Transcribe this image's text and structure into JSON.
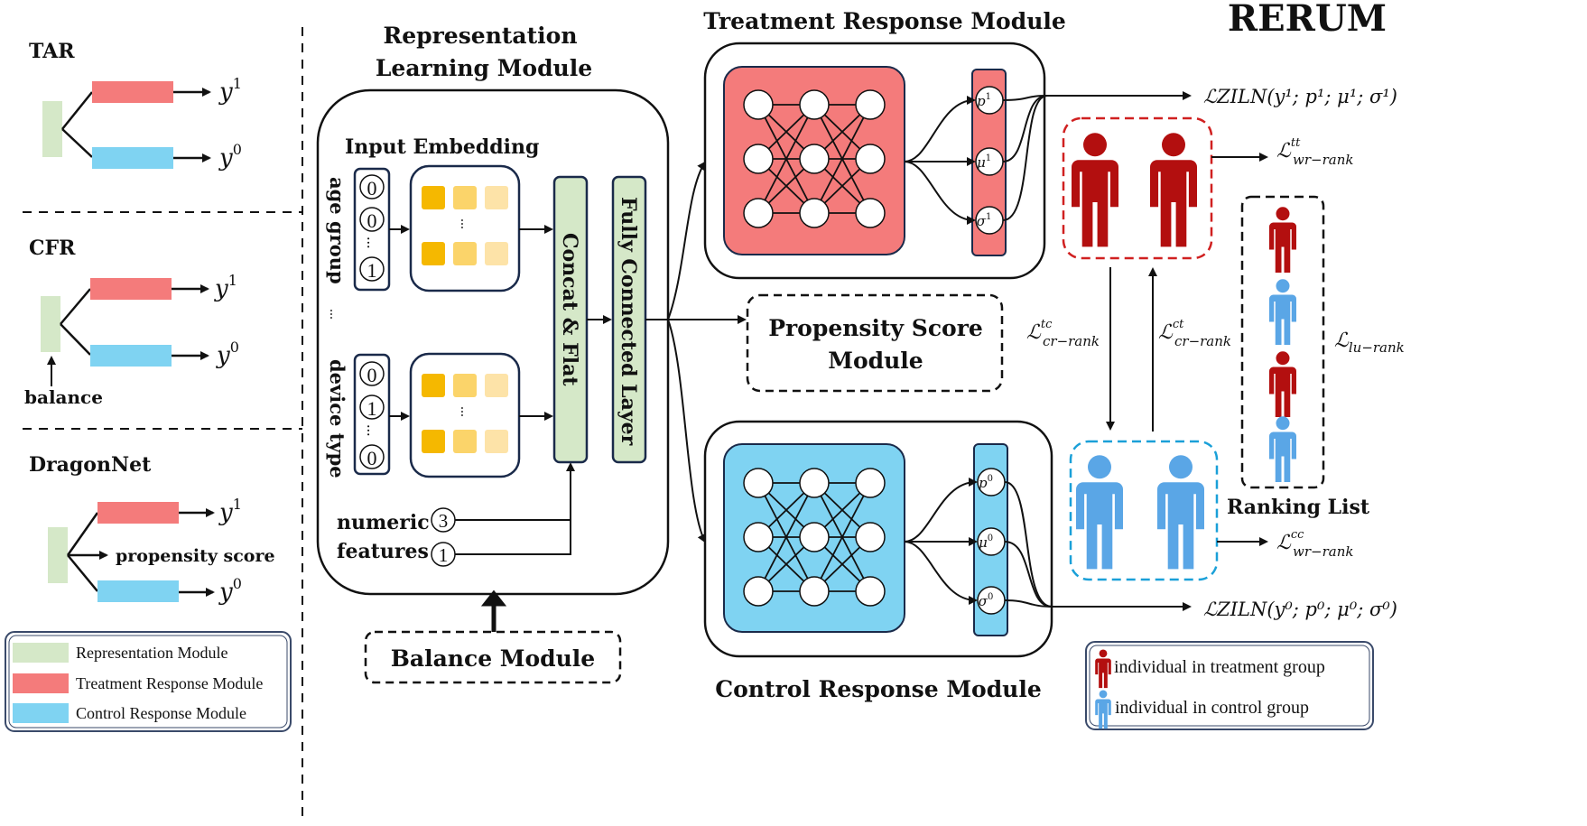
{
  "title": "RERUM",
  "left_panels": {
    "tar": {
      "label": "TAR",
      "y1": "y",
      "y1_sup": "1",
      "y0": "y",
      "y0_sup": "0"
    },
    "cfr": {
      "label": "CFR",
      "y1": "y",
      "y1_sup": "1",
      "y0": "y",
      "y0_sup": "0",
      "balance": "balance"
    },
    "dragonnet": {
      "label": "DragonNet",
      "y1": "y",
      "y1_sup": "1",
      "y0": "y",
      "y0_sup": "0",
      "propensity": "propensity score"
    }
  },
  "legend": {
    "items": [
      {
        "label": "Representation Module",
        "color": "#d5e8c8"
      },
      {
        "label": "Treatment Response Module",
        "color": "#f47b7b"
      },
      {
        "label": "Control Response Module",
        "color": "#7fd3f2"
      }
    ]
  },
  "representation": {
    "title_line1": "Representation",
    "title_line2": "Learning Module",
    "input_embedding": "Input Embedding",
    "feature1_label": "age group",
    "feature1_bits": [
      "0",
      "0",
      "1"
    ],
    "feature2_label": "device type",
    "feature2_bits": [
      "0",
      "1",
      "0"
    ],
    "ellipsis": "...",
    "numeric_label1": "numeric",
    "numeric_label2": "features",
    "numeric_vals": [
      "3",
      "1"
    ],
    "concat": "Concat & Flat",
    "fc": "Fully Connected Layer"
  },
  "balance_module": "Balance Module",
  "propensity_module_line1": "Propensity Score",
  "propensity_module_line2": "Module",
  "treatment_module": {
    "title": "Treatment Response Module",
    "outputs": [
      "p",
      "μ",
      "σ"
    ],
    "sup": "1",
    "loss": "ℒZILN(y¹; p¹; μ¹; σ¹)"
  },
  "control_module": {
    "title": "Control Response Module",
    "outputs": [
      "p",
      "μ",
      "σ"
    ],
    "sup": "0",
    "loss": "ℒZILN(y⁰; p⁰; μ⁰; σ⁰)"
  },
  "losses": {
    "wr_tt": {
      "base": "ℒ",
      "sup": "tt",
      "sub": "wr−rank"
    },
    "wr_cc": {
      "base": "ℒ",
      "sup": "cc",
      "sub": "wr−rank"
    },
    "cr_tc": {
      "base": "ℒ",
      "sup": "tc",
      "sub": "cr−rank"
    },
    "cr_ct": {
      "base": "ℒ",
      "sup": "ct",
      "sub": "cr−rank"
    },
    "lu": {
      "base": "ℒ",
      "sub": "lu−rank"
    }
  },
  "ranking_list": "Ranking List",
  "person_legend": {
    "treatment": "individual in treatment group",
    "control": "individual in control group",
    "treatment_color": "#b30f0f",
    "control_color": "#5aa6e6"
  }
}
